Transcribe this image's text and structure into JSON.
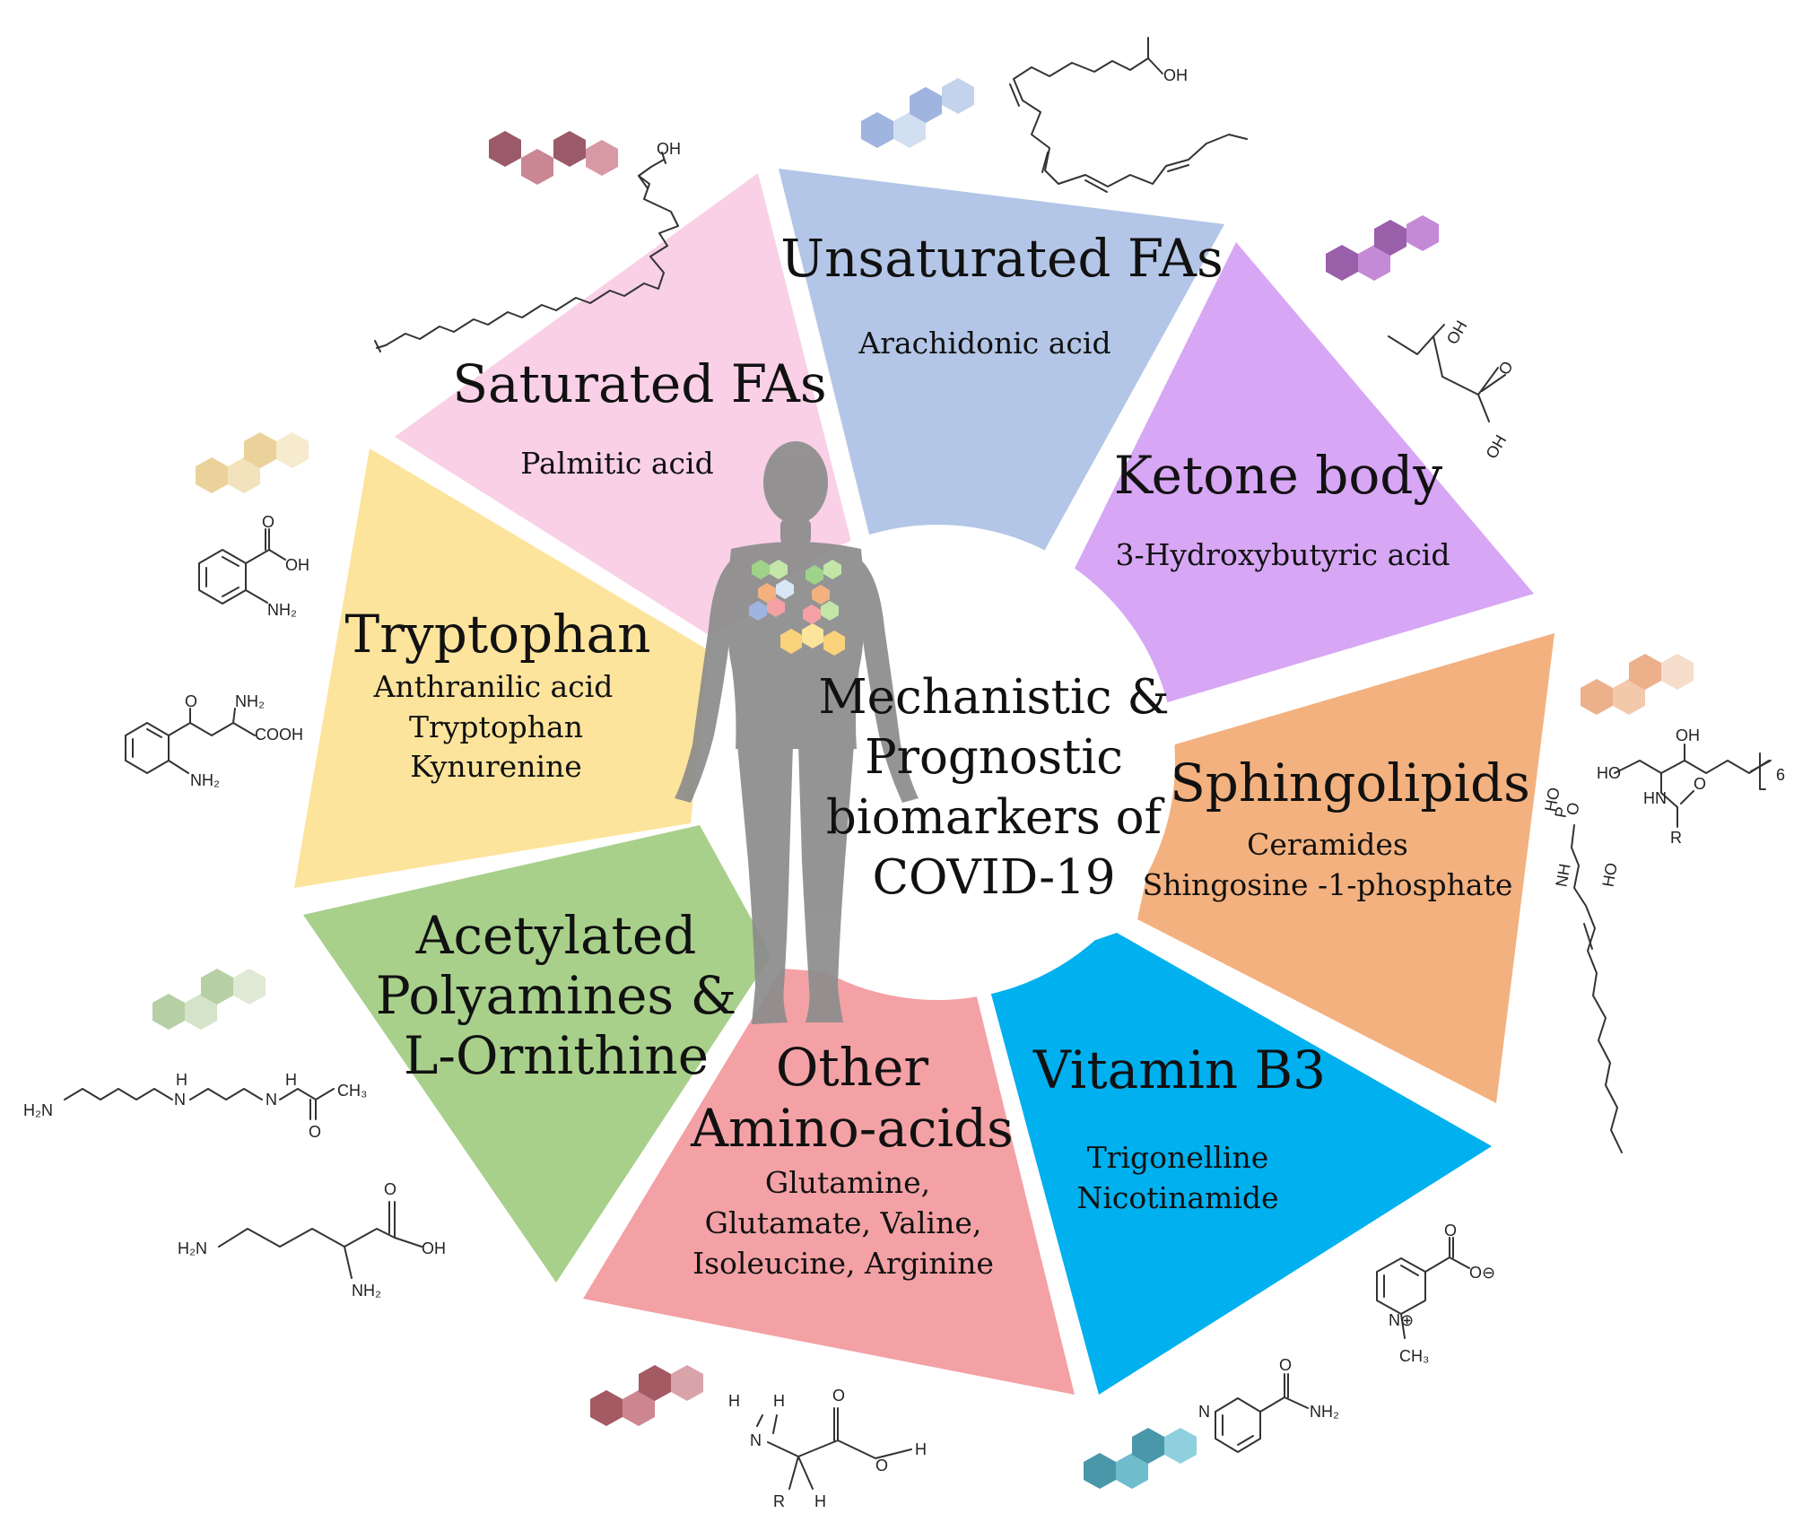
{
  "center": {
    "lines": [
      "Mechanistic &",
      "Prognostic",
      "biomarkers of",
      "COVID-19"
    ]
  },
  "segments": [
    {
      "id": "saturated",
      "title": [
        "Saturated FAs"
      ],
      "subtitle": [
        "Palmitic  acid"
      ],
      "color": "#f9d0e6"
    },
    {
      "id": "unsaturated",
      "title": [
        "Unsaturated FAs"
      ],
      "subtitle": [
        "Arachidonic  acid"
      ],
      "color": "#b3c6e7"
    },
    {
      "id": "ketone",
      "title": [
        "Ketone body"
      ],
      "subtitle": [
        "3-Hydroxybutyric acid"
      ],
      "color": "#d7a6f5"
    },
    {
      "id": "sphingo",
      "title": [
        "Sphingolipids"
      ],
      "subtitle": [
        "Ceramides",
        "Shingosine -1-phosphate"
      ],
      "color": "#f3b17f"
    },
    {
      "id": "vitb3",
      "title": [
        "Vitamin B3"
      ],
      "subtitle": [
        "Trigonelline",
        "Nicotinamide"
      ],
      "color": "#00b0ef"
    },
    {
      "id": "aminoacids",
      "title": [
        "Other",
        "Amino-acids"
      ],
      "subtitle": [
        "Glutamine,",
        "Glutamate, Valine,",
        "Isoleucine, Arginine"
      ],
      "color": "#f3a1a5"
    },
    {
      "id": "polyamines",
      "title": [
        "Acetylated",
        "Polyamines &",
        "L-Ornithine"
      ],
      "subtitle": [],
      "color": "#a8d08b"
    },
    {
      "id": "tryptophan",
      "title": [
        "Tryptophan"
      ],
      "subtitle": [
        "Anthranilic acid",
        "Tryptophan",
        "Kynurenine"
      ],
      "color": "#fde49c"
    }
  ],
  "chem_labels": {
    "arachidonic_oh": "OH",
    "ketone_oh1": "OH",
    "ketone_o": "O",
    "ketone_oh2": "OH",
    "anthranilic_o": "O",
    "anthranilic_oh": "OH",
    "anthranilic_nh2": "NH₂",
    "kyn_o": "O",
    "kyn_nh2a": "NH₂",
    "kyn_cooh": "COOH",
    "kyn_nh2b": "NH₂",
    "sph_oh": "OH",
    "sph_ho": "HO",
    "sph_hn": "HN",
    "sph_o": "O",
    "sph_r": "R",
    "sph_6": "6",
    "s1p_ho": "HO",
    "s1p_p": "P",
    "s1p_o": "O",
    "s1p_nh": "NH",
    "s1p_oh": "HO",
    "trig_o": "O",
    "trig_neg": "O⊖",
    "trig_n": "N⊕",
    "trig_ch3": "CH₃",
    "nic_o": "O",
    "nic_nh2": "NH₂",
    "nic_n": "N",
    "aa_h1": "H",
    "aa_h2": "H",
    "aa_n": "N",
    "aa_o1": "O",
    "aa_o2": "O",
    "aa_h3": "H",
    "aa_r": "R",
    "aa_h4": "H",
    "orn_h2n": "H₂N",
    "orn_o": "O",
    "orn_oh": "OH",
    "orn_nh2": "NH₂",
    "poly_h2n": "H₂N",
    "poly_h1": "H",
    "poly_n1": "N",
    "poly_h2": "H",
    "poly_n2": "N",
    "poly_ch3": "CH₃",
    "poly_o": "O"
  }
}
